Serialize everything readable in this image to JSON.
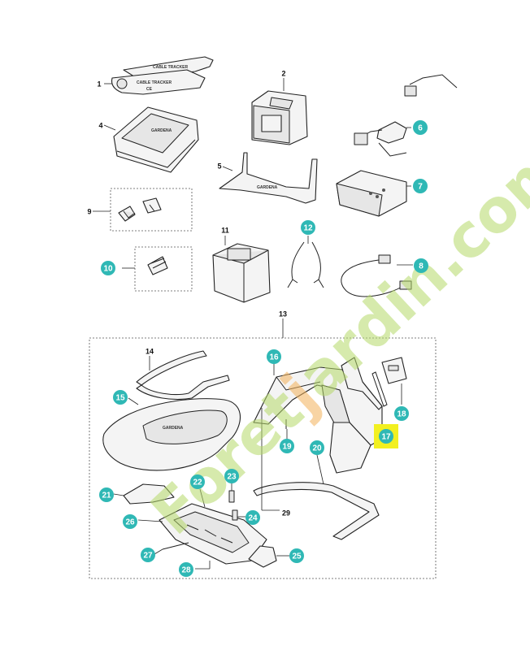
{
  "parts": [
    {
      "number": "1",
      "style": "plain"
    },
    {
      "number": "2",
      "style": "plain"
    },
    {
      "number": "4",
      "style": "plain"
    },
    {
      "number": "5",
      "style": "plain"
    },
    {
      "number": "6",
      "style": "circle"
    },
    {
      "number": "7",
      "style": "circle"
    },
    {
      "number": "8",
      "style": "circle"
    },
    {
      "number": "9",
      "style": "plain"
    },
    {
      "number": "10",
      "style": "circle"
    },
    {
      "number": "11",
      "style": "plain"
    },
    {
      "number": "12",
      "style": "circle"
    },
    {
      "number": "13",
      "style": "plain"
    },
    {
      "number": "14",
      "style": "plain"
    },
    {
      "number": "15",
      "style": "circle"
    },
    {
      "number": "16",
      "style": "circle"
    },
    {
      "number": "17",
      "style": "highlight"
    },
    {
      "number": "18",
      "style": "circle"
    },
    {
      "number": "19",
      "style": "circle"
    },
    {
      "number": "20",
      "style": "circle"
    },
    {
      "number": "21",
      "style": "circle"
    },
    {
      "number": "22",
      "style": "circle"
    },
    {
      "number": "23",
      "style": "circle"
    },
    {
      "number": "24",
      "style": "circle"
    },
    {
      "number": "25",
      "style": "circle"
    },
    {
      "number": "26",
      "style": "circle"
    },
    {
      "number": "27",
      "style": "circle"
    },
    {
      "number": "28",
      "style": "circle"
    },
    {
      "number": "29",
      "style": "plain"
    }
  ],
  "product_labels": {
    "cable_tracker": "CABLE TRACKER",
    "brand": "GARDENA",
    "ce_mark": "CE"
  },
  "watermark": {
    "text": "Foretjardin.com",
    "colors": [
      "#b5d96a",
      "#f3b25b",
      "#b5d96a"
    ]
  },
  "colors": {
    "badge": "#2fb8b5",
    "highlight": "#f2f020",
    "line": "#222222"
  }
}
